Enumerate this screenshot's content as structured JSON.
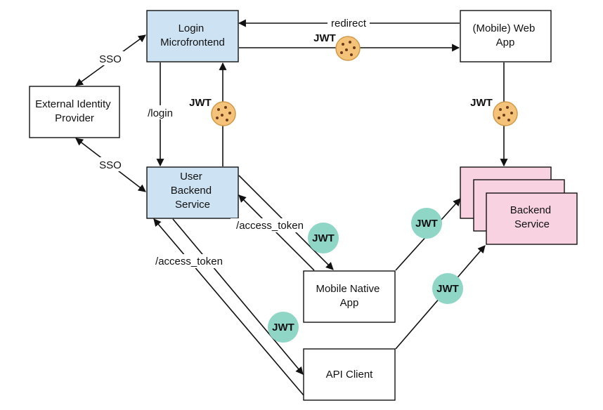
{
  "colors": {
    "blue_fill": "#cde3f4",
    "pink_fill": "#f8d2e0",
    "token_teal": "#8fd6c7",
    "cookie_fill": "#f5c27a",
    "cookie_stroke": "#d09a4a",
    "cookie_chip": "#6b3b1a",
    "line": "#111111"
  },
  "nodes": {
    "login": {
      "lines": [
        "Login",
        "Microfrontend"
      ]
    },
    "webapp": {
      "lines": [
        "(Mobile) Web",
        "App"
      ]
    },
    "idp": {
      "lines": [
        "External Identity",
        "Provider"
      ]
    },
    "userbackend": {
      "lines": [
        "User",
        "Backend",
        "Service"
      ]
    },
    "backend": {
      "lines": [
        "Backend",
        "Service"
      ]
    },
    "mobile": {
      "lines": [
        "Mobile Native",
        "App"
      ]
    },
    "apiclient": {
      "lines": [
        "API Client"
      ]
    }
  },
  "edge_labels": {
    "redirect": "redirect",
    "sso_top": "SSO",
    "sso_bottom": "SSO",
    "login_path": "/login",
    "access_token_mobile": "/access_token",
    "access_token_api": "/access_token"
  },
  "tokens": {
    "jwt_login_webapp": "JWT",
    "jwt_user_login": "JWT",
    "jwt_webapp_backend": "JWT",
    "jwt_user_mobile": "JWT",
    "jwt_mobile_backend": "JWT",
    "jwt_user_api": "JWT",
    "jwt_api_backend": "JWT"
  }
}
